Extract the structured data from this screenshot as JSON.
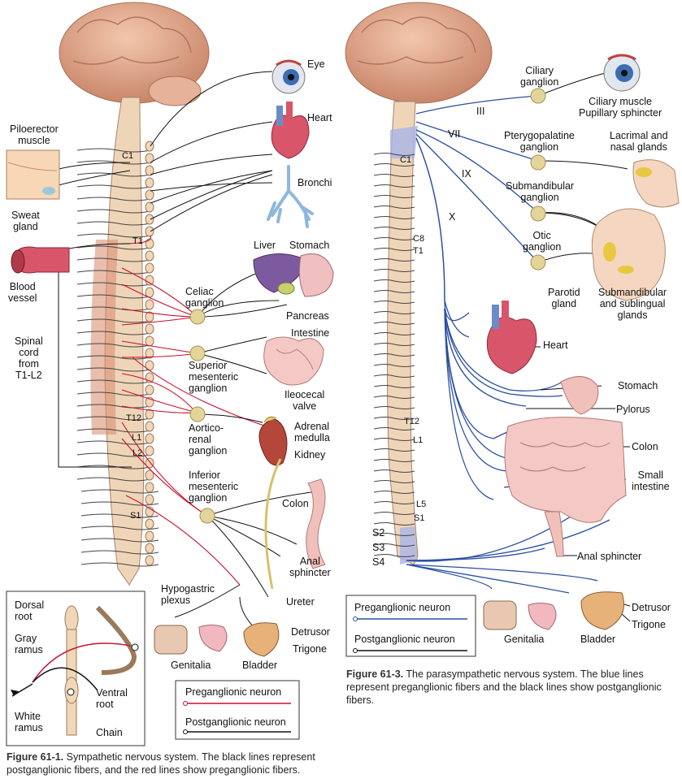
{
  "colors": {
    "pre_symp": "#c8102e",
    "post": "#111111",
    "pre_para": "#2a4fa0",
    "spine": "#e8cdb0",
    "brain": "#e0a88a",
    "ganglion": "#d8c98a"
  },
  "fig1": {
    "labels": {
      "eye": "Eye",
      "heart": "Heart",
      "bronchi": "Bronchi",
      "piloerector": "Piloerector\nmuscle",
      "sweat": "Sweat\ngland",
      "blood_vessel": "Blood\nvessel",
      "spinal_cord": "Spinal\ncord\nfrom\nT1-L2",
      "liver": "Liver",
      "stomach": "Stomach",
      "celiac": "Celiac\nganglion",
      "pancreas": "Pancreas",
      "intestine": "Intestine",
      "superior_mes": "Superior\nmesenteric\nganglion",
      "ileocecal": "Ileocecal\nvalve",
      "adrenal": "Adrenal\nmedulla",
      "kidney": "Kidney",
      "aorticorenal": "Aortico-\nrenal\nganglion",
      "inferior_mes": "Inferior\nmesenteric\nganglion",
      "colon": "Colon",
      "anal_sphincter": "Anal\nsphincter",
      "hypogastric": "Hypogastric\nplexus",
      "ureter": "Ureter",
      "detrusor": "Detrusor",
      "trigone": "Trigone",
      "genitalia": "Genitalia",
      "bladder": "Bladder",
      "c1": "C1",
      "t1": "T1",
      "t12": "T12",
      "l1": "L1",
      "l2": "L2",
      "s1": "S1"
    },
    "inset": {
      "dorsal_root": "Dorsal\nroot",
      "gray_ramus": "Gray\nramus",
      "white_ramus": "White\nramus",
      "ventral_root": "Ventral\nroot",
      "chain": "Chain"
    },
    "legend": {
      "pre": "Preganglionic neuron",
      "post": "Postganglionic neuron"
    },
    "caption": {
      "number": "Figure 61-1.",
      "text": " Sympathetic nervous system. The black lines represent postganglionic fibers, and the red lines show preganglionic fibers."
    }
  },
  "fig3": {
    "labels": {
      "ciliary_ganglion": "Ciliary\nganglion",
      "ciliary_muscle": "Ciliary muscle\nPupillary sphincter",
      "iii": "III",
      "vii": "VII",
      "ix": "IX",
      "x": "X",
      "pterygo": "Pterygopalatine\nganglion",
      "lacrimal": "Lacrimal and\nnasal glands",
      "submand_gang": "Submandibular\nganglion",
      "otic": "Otic\nganglion",
      "parotid": "Parotid\ngland",
      "submand_glands": "Submandibular\nand sublingual\nglands",
      "c1": "C1",
      "c8": "C8",
      "t1": "T1",
      "heart": "Heart",
      "stomach": "Stomach",
      "pylorus": "Pylorus",
      "colon": "Colon",
      "small_int": "Small\nintestine",
      "t12": "T12",
      "l1": "L1",
      "l5": "L5",
      "s1": "S1",
      "s2": "S2",
      "s3": "S3",
      "s4": "S4",
      "anal_sphincter": "Anal sphincter",
      "detrusor": "Detrusor",
      "trigone": "Trigone",
      "genitalia": "Genitalia",
      "bladder": "Bladder"
    },
    "legend": {
      "pre": "Preganglionic neuron",
      "post": "Postganglionic neuron"
    },
    "caption": {
      "number": "Figure 61-3.",
      "text": " The parasympathetic nervous system. The blue lines represent preganglionic fibers and the black lines show postganglionic fibers."
    }
  }
}
